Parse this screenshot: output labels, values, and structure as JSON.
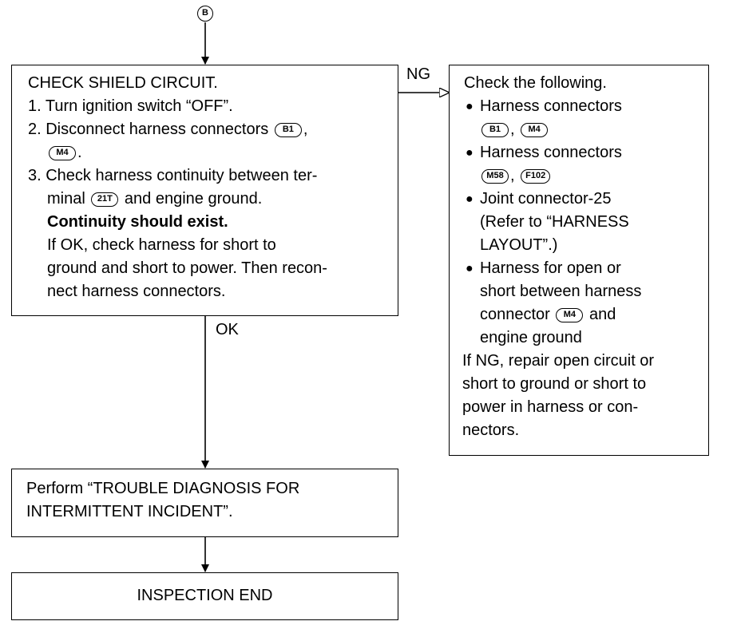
{
  "start_connector": "B",
  "shield_box": {
    "title": "CHECK SHIELD CIRCUIT.",
    "step1": "1. Turn ignition switch “OFF”.",
    "step2_text": "2. Disconnect harness connectors",
    "step2_conn1": "B1",
    "step2_conn2": "M4",
    "step3_line1": "3. Check harness continuity between ter-",
    "step3_minal": "minal",
    "step3_conn": "21T",
    "step3_rest": "and engine ground.",
    "continuity": "Continuity should exist.",
    "ok_line1": "If OK, check harness for short to",
    "ok_line2": "ground and short to power. Then recon-",
    "ok_line3": "nect harness connectors."
  },
  "labels": {
    "ng": "NG",
    "ok": "OK"
  },
  "ng_box": {
    "intro": "Check the following.",
    "item1": "Harness connectors",
    "item1_conn1": "B1",
    "item1_conn2": "M4",
    "item2": "Harness connectors",
    "item2_conn1": "M58",
    "item2_conn2": "F102",
    "item3_line1": "Joint connector-25",
    "item3_line2": "(Refer to “HARNESS",
    "item3_line3": "LAYOUT”.)",
    "item4_line1": "Harness for open or",
    "item4_line2": "short between harness",
    "item4_conn_pre": "connector",
    "item4_conn": "M4",
    "item4_conn_post": "and",
    "item4_line4": "engine ground",
    "ng_line1": "If NG, repair open circuit or",
    "ng_line2": "short to ground or short to",
    "ng_line3": "power in harness or con-",
    "ng_line4": "nectors."
  },
  "perform_box": {
    "line1": "Perform “TROUBLE DIAGNOSIS FOR",
    "line2": "INTERMITTENT INCIDENT”."
  },
  "end_box": {
    "text": "INSPECTION END"
  }
}
